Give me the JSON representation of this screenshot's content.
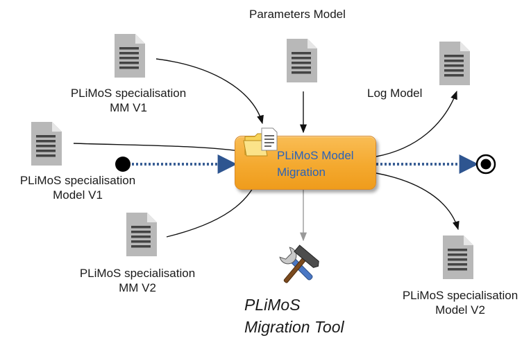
{
  "diagram": {
    "activity": {
      "label_line1": "PLiMoS Model",
      "label_line2": "Migration",
      "icon": "folder-document-icon"
    },
    "inputs": {
      "parameters_model": "Parameters Model",
      "spec_mm_v1": {
        "line1": "PLiMoS specialisation",
        "line2": "MM V1"
      },
      "spec_model_v1": {
        "line1": "PLiMoS specialisation",
        "line2": "Model V1"
      },
      "spec_mm_v2": {
        "line1": "PLiMoS specialisation",
        "line2": "MM V2"
      }
    },
    "outputs": {
      "log_model": "Log Model",
      "spec_model_v2": {
        "line1": "PLiMoS specialisation",
        "line2": "Model V2"
      }
    },
    "tool": {
      "line1": "PLiMoS",
      "line2": "Migration Tool",
      "icon": "hammer-wrench-icon"
    },
    "nodes": {
      "start": "initial-node",
      "end": "final-node"
    },
    "colors": {
      "activity_fill": "#f4a92f",
      "activity_text": "#2a62b8",
      "flow_dotted": "#3a5f95",
      "arrow": "#111111",
      "tool_arrow": "#999999"
    }
  }
}
